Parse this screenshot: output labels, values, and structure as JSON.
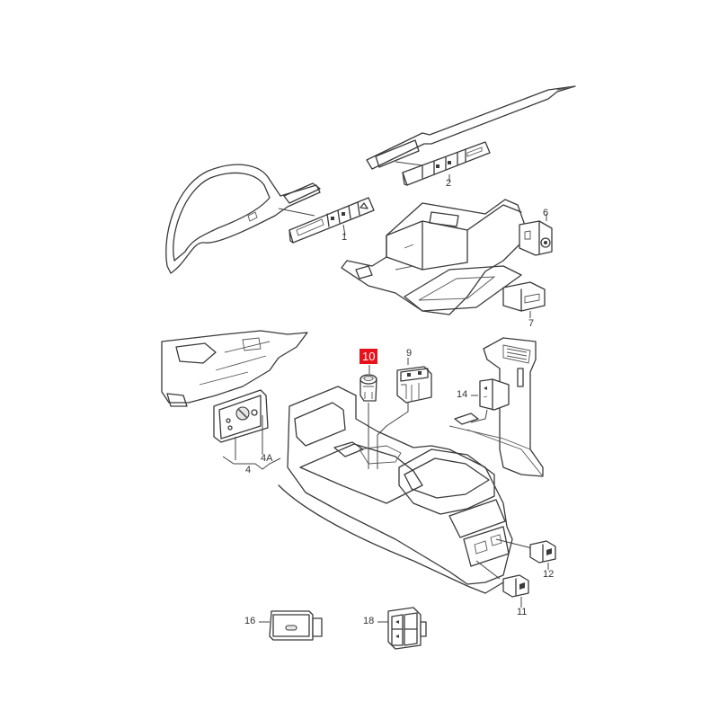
{
  "diagram": {
    "type": "exploded-parts-diagram",
    "subject": "Vehicle interior switches, dashboard, glove box and center console",
    "highlight_color": "#e8121b",
    "line_color": "#3a3a3a",
    "background": "#ffffff"
  },
  "callouts": [
    {
      "id": "1",
      "label": "1",
      "part": "dashboard switch strip (left)"
    },
    {
      "id": "2",
      "label": "2",
      "part": "dashboard switch strip (right)"
    },
    {
      "id": "4",
      "label": "4",
      "part": "headlight switch assembly"
    },
    {
      "id": "4A",
      "label": "4A",
      "part": "headlight switch knob"
    },
    {
      "id": "6",
      "label": "6",
      "part": "glove box switch"
    },
    {
      "id": "7",
      "label": "7",
      "part": "valet switch"
    },
    {
      "id": "9",
      "label": "9",
      "part": "center console switch block"
    },
    {
      "id": "10",
      "label": "10",
      "part": "center console round switch",
      "highlighted": true
    },
    {
      "id": "11",
      "label": "11",
      "part": "rear console switch (lower)"
    },
    {
      "id": "12",
      "label": "12",
      "part": "rear console switch (upper)"
    },
    {
      "id": "14",
      "label": "14",
      "part": "B-pillar switch"
    },
    {
      "id": "16",
      "label": "16",
      "part": "rectangular single switch"
    },
    {
      "id": "18",
      "label": "18",
      "part": "double switch block"
    }
  ]
}
